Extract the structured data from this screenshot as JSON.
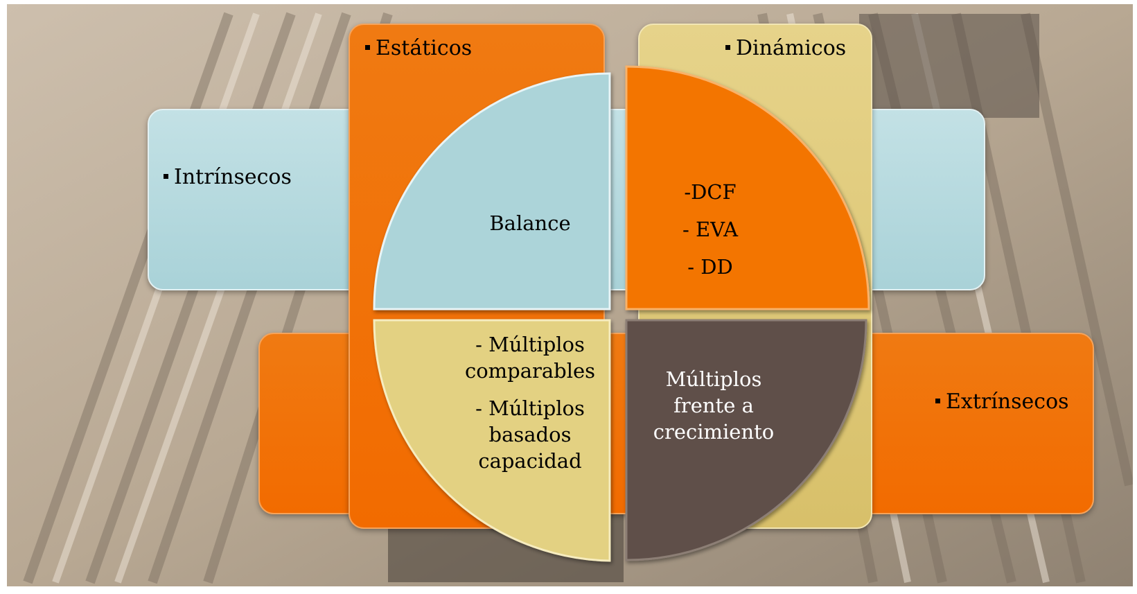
{
  "boxes": {
    "intrinsecos": "Intrínsecos",
    "extrinsecos": "Extrínsecos",
    "estaticos": "Estáticos",
    "dinamicos": "Dinámicos"
  },
  "quadrants": {
    "top_left": {
      "text": "Balance"
    },
    "top_right": {
      "lines": [
        "-DCF",
        "- EVA",
        "- DD"
      ]
    },
    "bottom_left": {
      "lines": [
        "- Múltiplos",
        "comparables",
        "- Múltiplos",
        "basados",
        "capacidad"
      ]
    },
    "bottom_right": {
      "lines": [
        "Múltiplos",
        "frente a",
        "crecimiento"
      ]
    }
  },
  "colors": {
    "blue": "#a9d2d8",
    "orange": "#f26b00",
    "yellow": "#e3d182",
    "brown": "#5e5048"
  }
}
